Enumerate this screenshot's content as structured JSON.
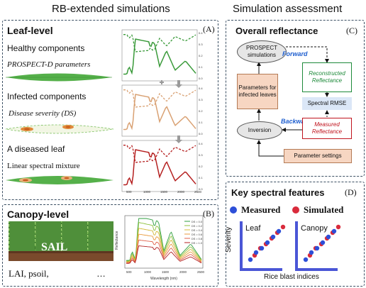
{
  "headers": {
    "left": "RB-extended simulations",
    "right": "Simulation assessment"
  },
  "leaf": {
    "title": "Leaf-level",
    "tag": "(A)",
    "healthy": "Healthy components",
    "prospect": "PROSPECT-D parameters",
    "infected": "Infected components",
    "severity": "Disease severity (DS)",
    "diseased": "A diseased leaf",
    "mixture": "Linear spectral mixture",
    "plot_ticks_right": [
      "0.4",
      "0.3",
      "0.2",
      "0.1",
      "0.0"
    ],
    "x_ticks": [
      "500",
      "1000",
      "1500",
      "2000",
      "2500"
    ],
    "y_ticks": [
      "1.0",
      "0.8",
      "0.6",
      "0.4",
      "0.2",
      "0.0"
    ]
  },
  "canopy": {
    "title": "Canopy-level",
    "tag": "(B)",
    "model": "SAIL",
    "params": "LAI, psoil,",
    "ellipsis": "…",
    "ylabel": "Reflectance",
    "xlabel": "Wavelength (nm)",
    "x_ticks": [
      "500",
      "1000",
      "1500",
      "2000",
      "2500"
    ],
    "legend": [
      "DS = 0.0",
      "DS = 0.2",
      "DS = 0.4",
      "DS = 0.6",
      "DS = 0.8",
      "DS = 1.0"
    ],
    "legend_colors": [
      "#2f9e3f",
      "#8fc23f",
      "#d4b83a",
      "#e89a3c",
      "#e0604a",
      "#b32020"
    ]
  },
  "reflectance": {
    "title": "Overall reflectance",
    "tag": "(C)",
    "prospect_sim": "PROSPECT simulations",
    "forward": "Forward",
    "reconstructed": "Reconstructed Reflectance",
    "params_box": "Parameters for infected leaves",
    "rmse": "Spectral RMSE",
    "backward": "Backward",
    "inversion": "Inversion",
    "measured": "Measured Reflectance",
    "settings": "Parameter settings"
  },
  "features": {
    "title": "Key spectral features",
    "tag": "(D)",
    "measured": "Measured",
    "simulated": "Simulated",
    "severity": "Severity",
    "leaf": "Leaf",
    "canopy": "Canopy",
    "xlabel": "Rice blast indices",
    "colors": {
      "measured": "#2d4fd8",
      "simulated": "#d92b3c",
      "axis": "#4a56d6"
    }
  },
  "colors": {
    "healthy": "#3a9a3a",
    "infected": "#d9a173",
    "diseased": "#b52020",
    "panel_border": "#3b4f63",
    "accent_blue": "#1f5fcf",
    "green_box": "#1e8a3a",
    "red_box": "#c0141e"
  }
}
